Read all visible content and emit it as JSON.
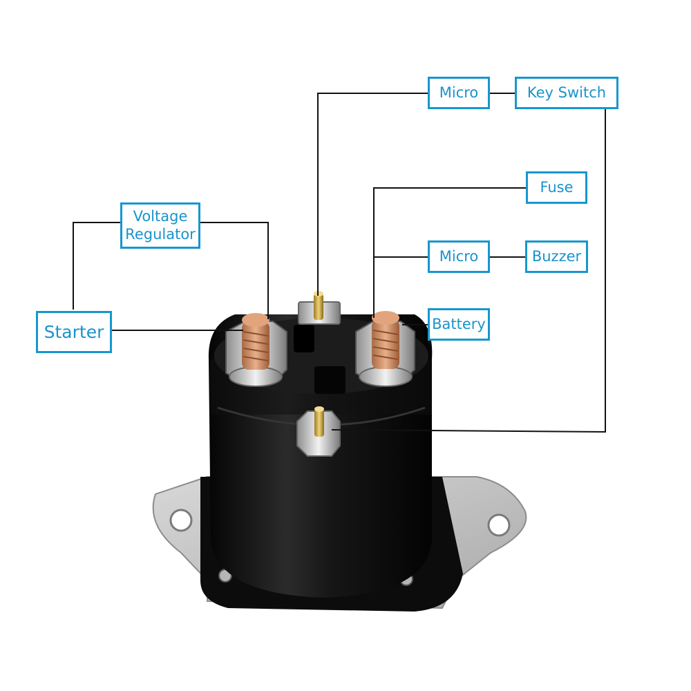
{
  "labels": {
    "micro_top": "Micro",
    "key_switch": "Key Switch",
    "fuse": "Fuse",
    "micro_mid": "Micro",
    "buzzer": "Buzzer",
    "battery": "Battery",
    "voltage_regulator": "Voltage\nRegulator",
    "starter": "Starter"
  },
  "colors": {
    "label_border": "#1597cf",
    "label_text": "#1a93cc",
    "wire": "#111111",
    "solenoid_body": "#141414",
    "mounting_plate": "#c9c9c9",
    "copper_post": "#c9865a",
    "brass_post": "#c8a23a"
  },
  "icons": {
    "product": "solenoid-icon"
  }
}
